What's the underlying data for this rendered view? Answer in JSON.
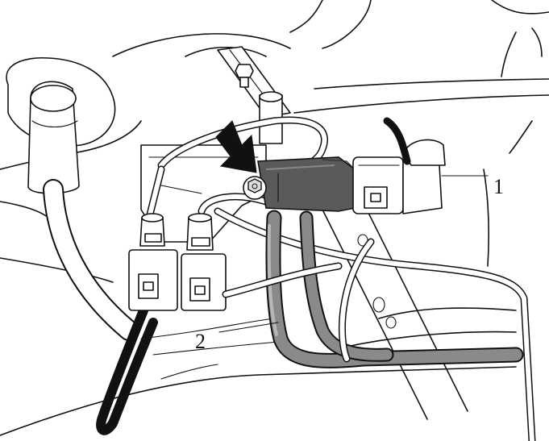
{
  "callouts": [
    {
      "id": "1",
      "text": "1"
    },
    {
      "id": "2",
      "text": "2"
    }
  ],
  "colors": {
    "line": "#111111",
    "solenoid_dark": "#5a5a5a",
    "hose_gray": "#8a8a8a",
    "background": "#ffffff"
  },
  "icons": {
    "pointer": "arrow-down-right-icon"
  }
}
